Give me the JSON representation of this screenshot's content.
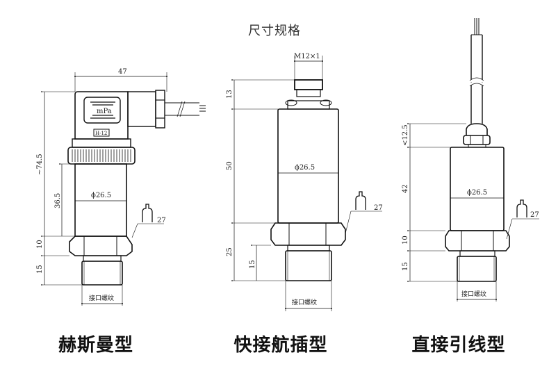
{
  "title": "尺寸规格",
  "figures": [
    {
      "id": "hirschmann",
      "caption": "赫斯曼型",
      "dims": {
        "top_width": "47",
        "total_height": "~74.5",
        "body_height": "36.5",
        "diameter": "ϕ26.5",
        "hex_height": "10",
        "thread_height": "15",
        "wrench": "27",
        "thread_label": "接口螺纹",
        "display_label": "mPa",
        "plate_label": "H-12"
      }
    },
    {
      "id": "aviation-plug",
      "caption": "快接航插型",
      "dims": {
        "connector": "M12×1",
        "connector_height": "13",
        "body_height": "50",
        "diameter": "ϕ26.5",
        "hex_thread_height": "25",
        "thread_height": "15",
        "wrench": "27",
        "thread_label": "接口螺纹"
      }
    },
    {
      "id": "direct-lead",
      "caption": "直接引线型",
      "dims": {
        "gland_height": "<12.5",
        "body_height": "42",
        "diameter": "ϕ26.5",
        "hex_height": "10",
        "thread_height": "15",
        "wrench": "27",
        "thread_label": "接口螺纹"
      }
    }
  ]
}
